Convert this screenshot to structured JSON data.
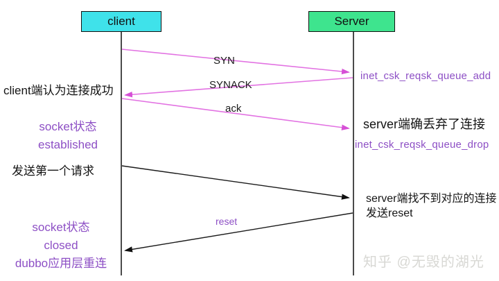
{
  "actors": {
    "client": "client",
    "server": "Server"
  },
  "messages": {
    "syn": "SYN",
    "synack": "SYNACK",
    "ack": "ack",
    "reset": "reset"
  },
  "client_notes": {
    "connected": "client端认为连接成功",
    "established_1": "socket状态",
    "established_2": "established",
    "send_first_request": "发送第一个请求",
    "closed_1": "socket状态",
    "closed_2": "closed",
    "closed_3": "dubbo应用层重连"
  },
  "server_notes": {
    "queue_add": "inet_csk_reqsk_queue_add",
    "dropped": "server端确丢弃了连接",
    "queue_drop": "inet_csk_reqsk_queue_drop",
    "not_found_1": "server端找不到对应的连接",
    "not_found_2": "发送reset"
  },
  "watermark": "知乎 @无毁的湖光",
  "colors": {
    "client_box": "#3FE2EA",
    "server_box": "#3EE48E",
    "magenta_arrow": "#E272E2",
    "magenta_arrowhead": "#D650D6",
    "purple_text": "#8D4FC5",
    "black_text": "#141414",
    "lifeline": "#4a4a4a",
    "watermark_gray": "#D8D8D4"
  }
}
